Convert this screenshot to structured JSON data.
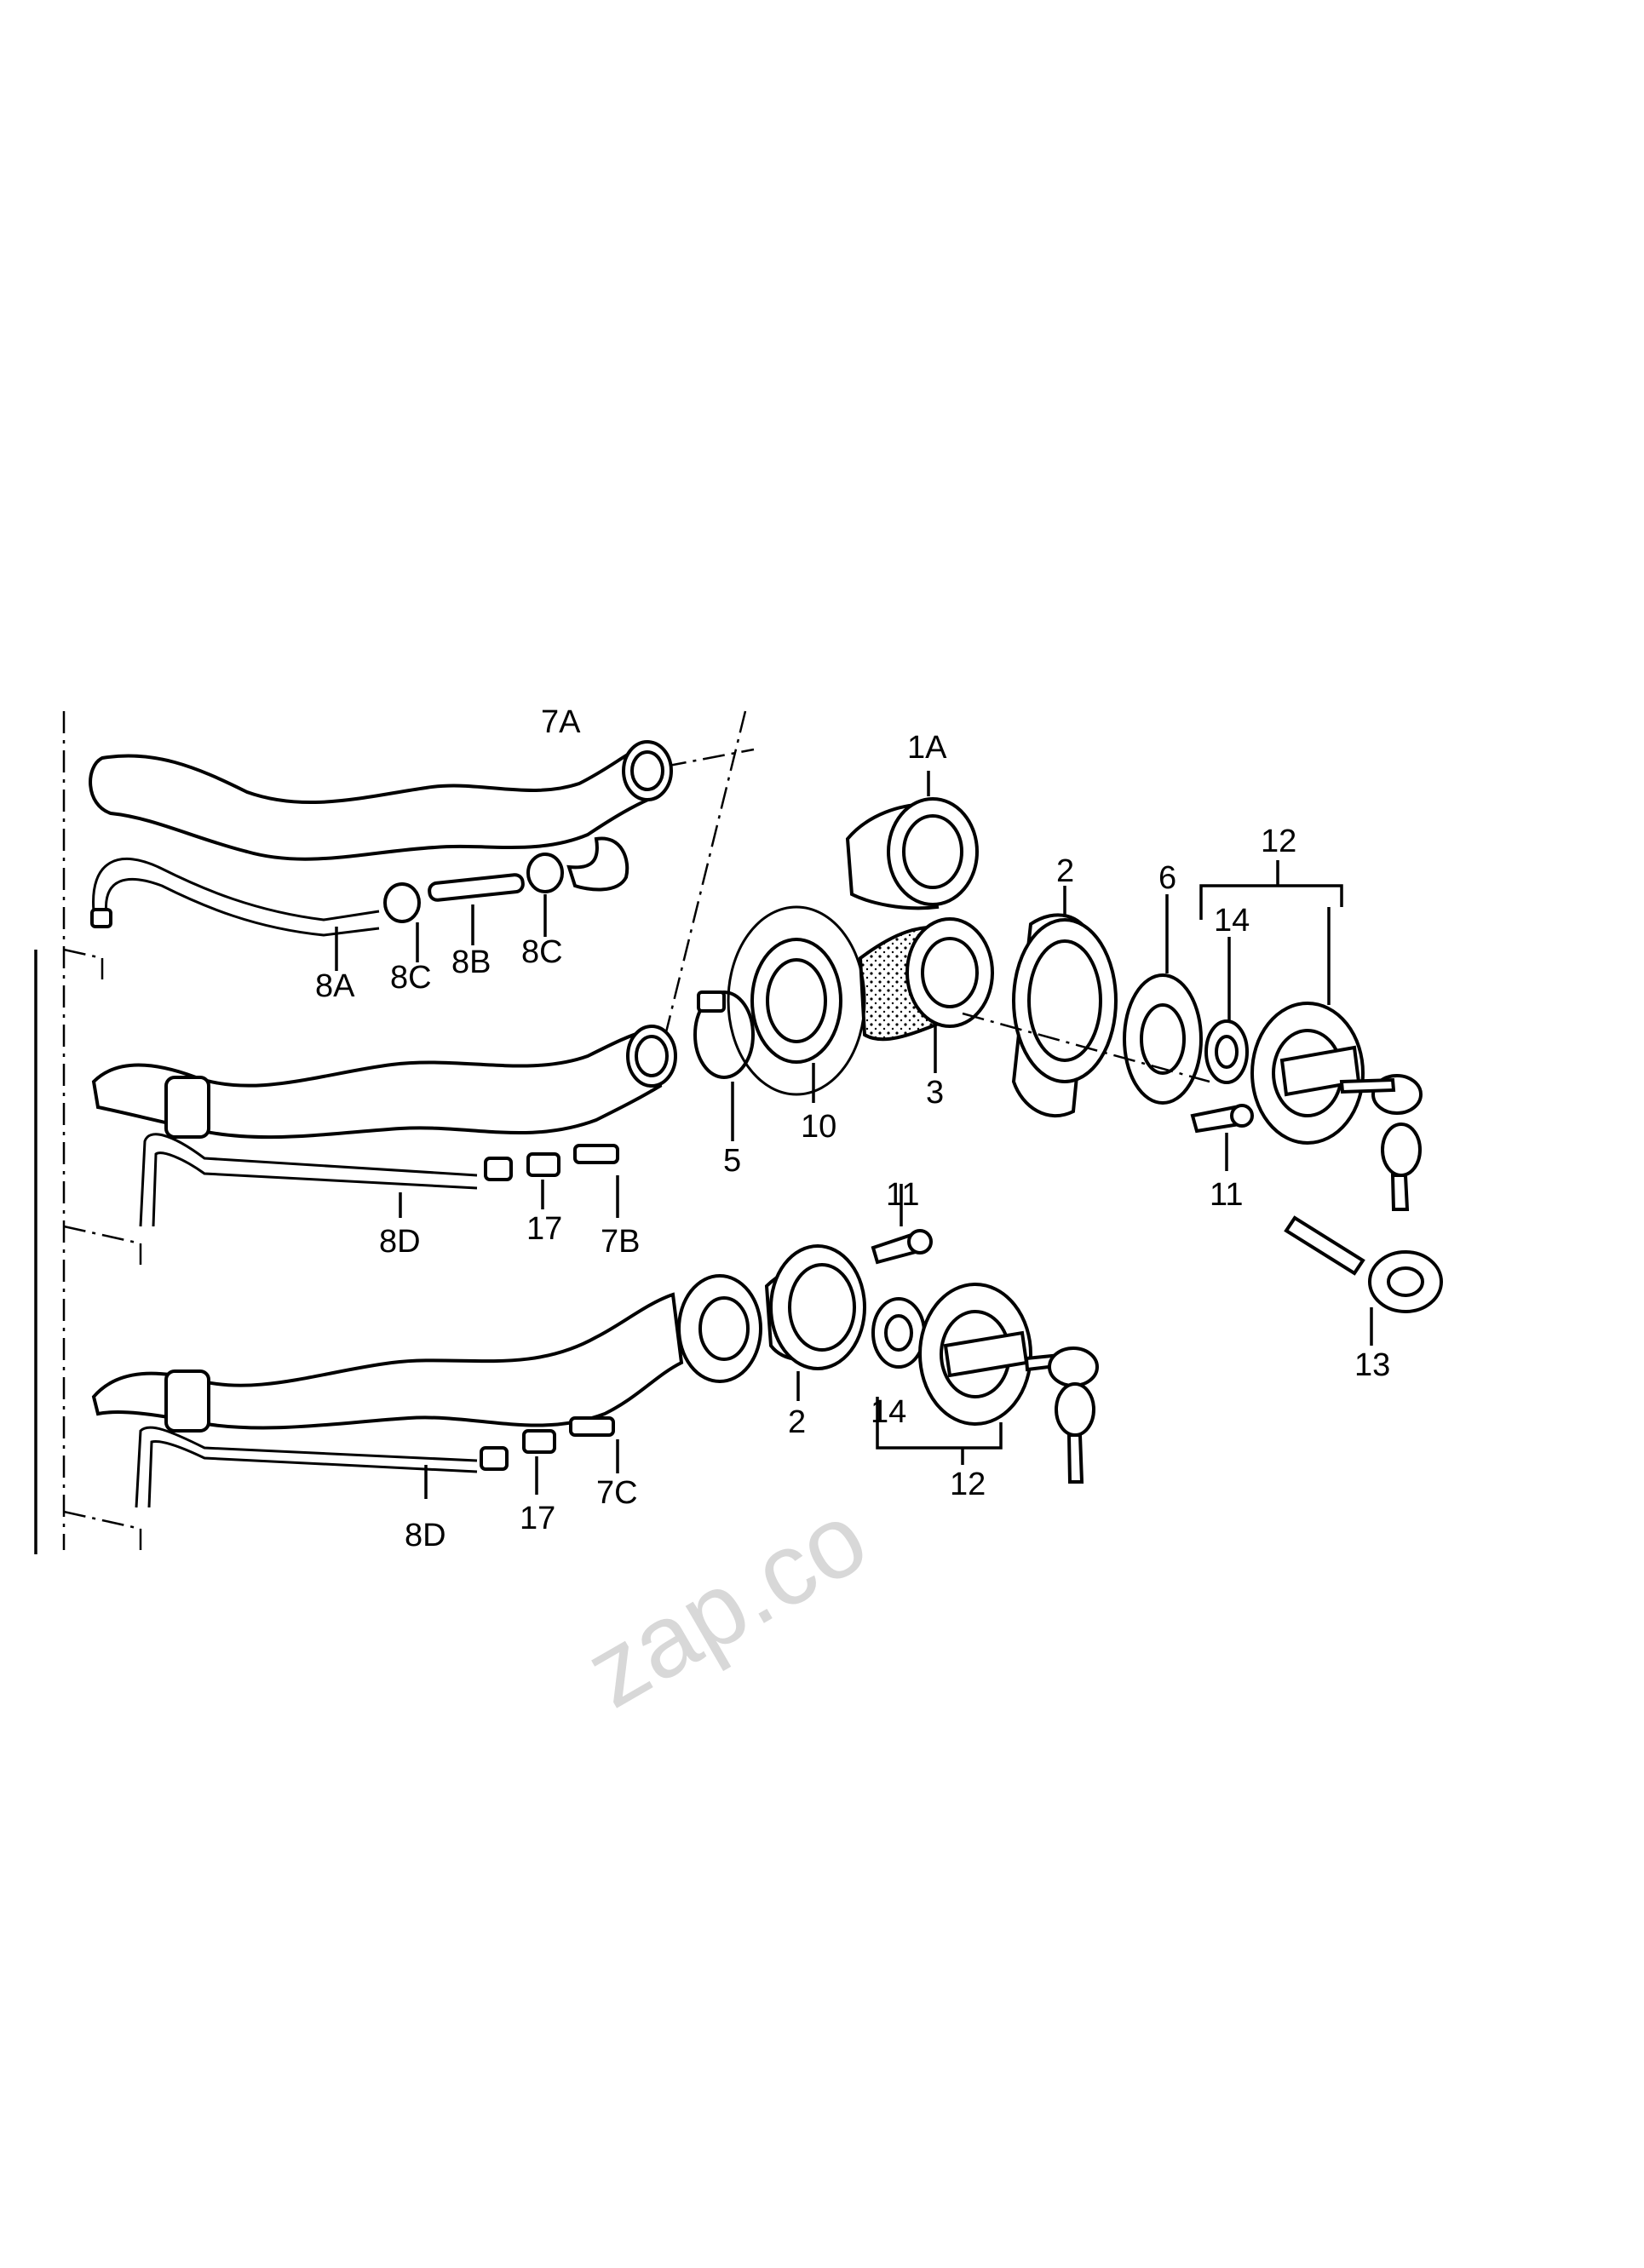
{
  "watermark": "zap.co",
  "labels": {
    "l_7A": "7A",
    "l_1A": "1A",
    "l_8A": "8A",
    "l_8C_a": "8C",
    "l_8B": "8B",
    "l_8C_b": "8C",
    "l_2_top": "2",
    "l_6": "6",
    "l_12_top": "12",
    "l_14_top": "14",
    "l_3": "3",
    "l_10": "10",
    "l_5": "5",
    "l_7B": "7B",
    "l_17_a": "17",
    "l_8D_a": "8D",
    "l_11_top": "11",
    "l_11_mid": "11",
    "l_13": "13",
    "l_2_bottom": "2",
    "l_14_bottom": "14",
    "l_12_bottom": "12",
    "l_7C": "7C",
    "l_17_b": "17",
    "l_8D_b": "8D"
  }
}
